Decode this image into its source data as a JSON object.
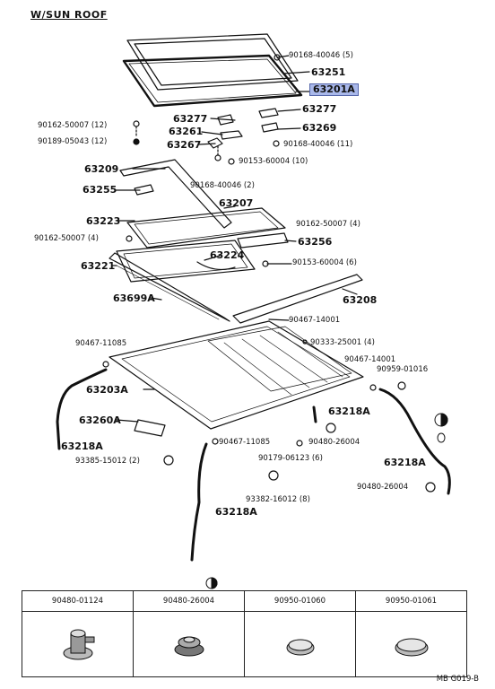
{
  "title": "W/SUN ROOF",
  "labels": {
    "p90168_40046_5": "90168-40046 (5)",
    "p63251": "63251",
    "p63201A": "63201A",
    "p63277a": "63277",
    "p63277b": "63277",
    "p90162_50007_12": "90162-50007 (12)",
    "p63269": "63269",
    "p90189_05043_12": "90189-05043 (12)",
    "p63261": "63261",
    "p63267": "63267",
    "p90168_40046_11": "90168-40046 (11)",
    "p90153_60004_10": "90153-60004 (10)",
    "p63209": "63209",
    "p90168_40046_2": "90168-40046 (2)",
    "p63255": "63255",
    "p63207": "63207",
    "p63223": "63223",
    "p90162_50007_4a": "90162-50007 (4)",
    "p90162_50007_4b": "90162-50007 (4)",
    "p63256": "63256",
    "p63224": "63224",
    "p90153_60004_6": "90153-60004 (6)",
    "p63221": "63221",
    "p63699A": "63699A",
    "p63208": "63208",
    "p90467_14001a": "90467-14001",
    "p90467_11085a": "90467-11085",
    "p90333_25001_4": "90333-25001 (4)",
    "p90467_14001b": "90467-14001",
    "p90959_01016": "90959-01016",
    "p63203A": "63203A",
    "p63218A_1": "63218A",
    "p63260A": "63260A",
    "p90480_26004a": "90480-26004",
    "p63218A_2": "63218A",
    "p90467_11085b": "90467-11085",
    "p93385_15012_2": "93385-15012 (2)",
    "p90179_06123_6": "90179-06123 (6)",
    "p63218A_3": "63218A",
    "p93382_16012_8": "93382-16012 (8)",
    "p90480_26004b": "90480-26004",
    "p63218A_4": "63218A"
  },
  "parts_table": {
    "headers": [
      "90480-01124",
      "90480-26004",
      "90950-01060",
      "90950-01061"
    ]
  },
  "page_code": "MB  G019-B"
}
